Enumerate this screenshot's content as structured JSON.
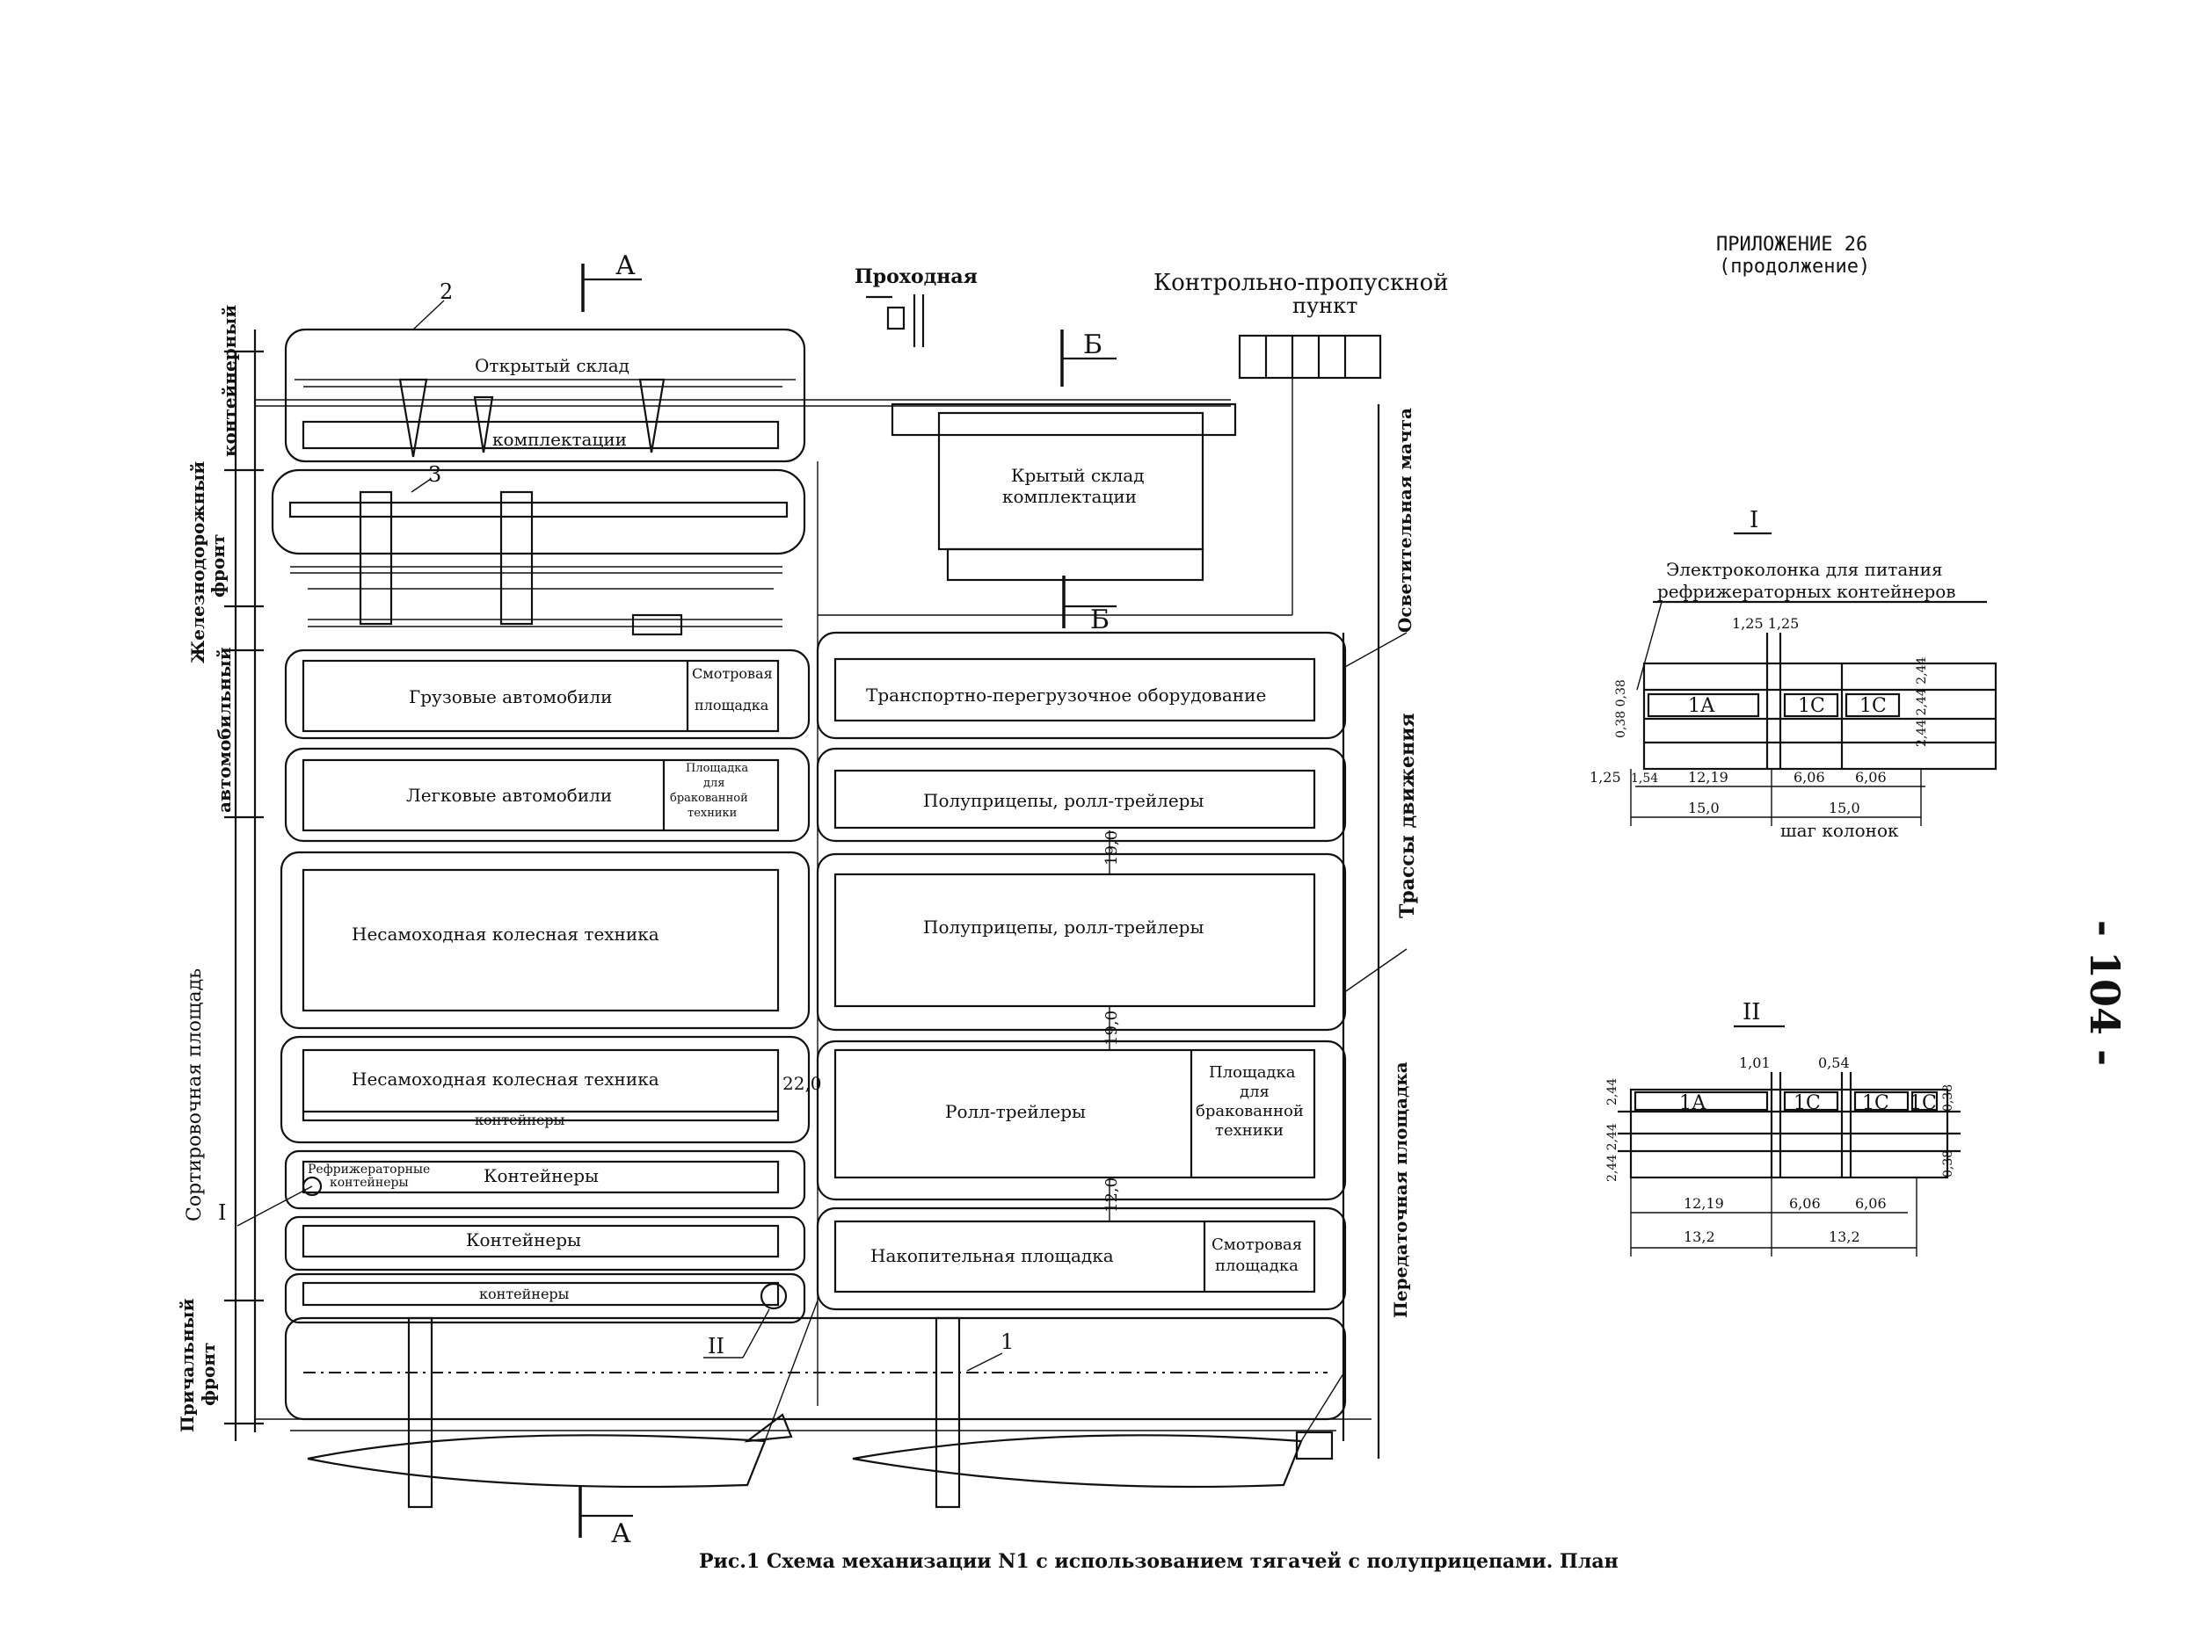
{
  "header": {
    "appendix": "ПРИЛОЖЕНИЕ 26",
    "continuation": "(продолжение)",
    "page_number": "- 104 -"
  },
  "top_labels": {
    "passage": "Проходная",
    "checkpoint_line1": "Контрольно-пропускной",
    "checkpoint_line2": "пункт",
    "section_a": "А",
    "section_b": "Б",
    "marker_1": "1",
    "marker_2": "2",
    "marker_3": "3"
  },
  "left_labels": {
    "container_front": "контейнерный",
    "rail_front_line1": "Железнодорожный",
    "rail_front_line2": "фронт",
    "auto_front_line1": "автомобильный",
    "sorting_area": "Сортировочная площадь",
    "berth_front_line1": "Причальный",
    "berth_front_line2": "фронт"
  },
  "right_labels": {
    "lighting_mast": "Осветительная мачта",
    "traffic_routes": "Трассы движения",
    "transfer_area": "Передаточная площадка"
  },
  "zones": {
    "open_store": "Открытый склад",
    "assembly": "комплектации",
    "covered_store_line1": "Крытый склад",
    "covered_store_line2": "комплектации",
    "trucks": "Грузовые автомобили",
    "inspection_1_line1": "Смотровая",
    "inspection_1_line2": "площадка",
    "transport_equipment": "Транспортно-перегрузочное оборудование",
    "cars": "Легковые автомобили",
    "reject_1_line1": "Площадка",
    "reject_1_line2": "для",
    "reject_1_line3": "бракованной",
    "reject_1_line4": "техники",
    "semitrailers_1": "Полуприцепы, ролл-трейлеры",
    "semitrailers_2": "Полуприцепы, ролл-трейлеры",
    "non_self_1": "Несамоходная колесная техника",
    "non_self_2": "Несамоходная колесная техника",
    "containers_sub": "контейнеры",
    "roll_trailers": "Ролл-трейлеры",
    "reject_2_line1": "Площадка",
    "reject_2_line2": "для",
    "reject_2_line3": "бракованной",
    "reject_2_line4": "техники",
    "reefer_line1": "Рефрижераторные",
    "reefer_line2": "контейнеры",
    "containers_1": "Контейнеры",
    "containers_2": "Контейнеры",
    "containers_3": "контейнеры",
    "storage_area": "Накопительная площадка",
    "inspection_2_line1": "Смотровая",
    "inspection_2_line2": "площадка",
    "marker_I": "I",
    "marker_II": "II"
  },
  "dimensions_main": {
    "gap_1": "19,0",
    "gap_2": "19,0",
    "gap_3": "12,0",
    "gap_width": "22,0"
  },
  "detail_I": {
    "title": "I",
    "callout_line1": "Электроколонка для питания",
    "callout_line2": "рефрижераторных контейнеров",
    "top_dims": "1,25 1,25",
    "box_1A": "1А",
    "box_1C_a": "1С",
    "box_1C_b": "1С",
    "left_dims": "0,38 0,38",
    "right_dims": "2,44 2,44 2,44",
    "b_125": "1,25",
    "b_54": "1,54",
    "b_1219": "12,19",
    "b_606a": "6,06",
    "b_606b": "6,06",
    "span_a": "15,0",
    "span_b": "15,0",
    "pitch": "шаг колонок"
  },
  "detail_II": {
    "title": "II",
    "top_dims_a": "1,01",
    "top_dims_b": "0,54",
    "box_1A": "1А",
    "box_1C_a": "1С",
    "box_1C_b": "1С",
    "box_1C_c": "1С",
    "left_dims_a": "2,44",
    "left_dims_b": "2,44 2,44",
    "right_dim_a": "0,38",
    "right_dim_b": "0,38",
    "b_1219": "12,19",
    "b_606a": "6,06",
    "b_606b": "6,06",
    "span_a": "13,2",
    "span_b": "13,2"
  },
  "caption": "Рис.1 Схема механизации N1 с использованием тягачей с полуприцепами. План"
}
